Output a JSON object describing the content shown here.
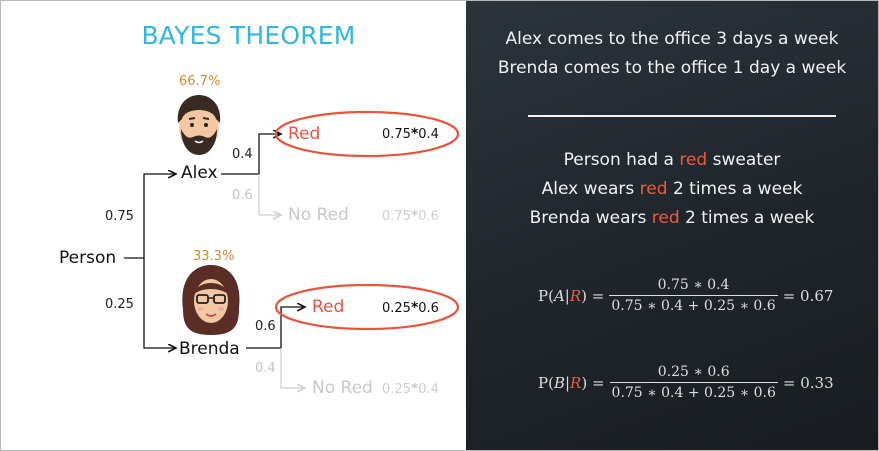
{
  "left": {
    "title": "BAYES THEOREM",
    "root_label": "Person",
    "alex": {
      "name": "Alex",
      "percent": "66.7%",
      "edge_prob": "0.75"
    },
    "brenda": {
      "name": "Brenda",
      "percent": "33.3%",
      "edge_prob": "0.25"
    },
    "alex_branches": {
      "red": {
        "label": "Red",
        "prob": "0.4",
        "product_a": "0.75",
        "product_b": "0.4"
      },
      "nored": {
        "label": "No Red",
        "prob": "0.6",
        "product_a": "0.75",
        "product_b": "0.6"
      }
    },
    "brenda_branches": {
      "red": {
        "label": "Red",
        "prob": "0.6",
        "product_a": "0.25",
        "product_b": "0.6"
      },
      "nored": {
        "label": "No Red",
        "prob": "0.4",
        "product_a": "0.25",
        "product_b": "0.4"
      }
    },
    "star": "*"
  },
  "right": {
    "lines_top": [
      "Alex comes to the office 3 days a week",
      "Brenda comes to the office 1 day a week"
    ],
    "line1": {
      "pre": "Person had a ",
      "hl": "red",
      "post": " sweater"
    },
    "line2": {
      "pre": "Alex wears ",
      "hl": "red",
      "post": " 2 times a week"
    },
    "line3": {
      "pre": "Brenda wears ",
      "hl": "red",
      "post": " 2 times a week"
    },
    "formula_a": {
      "lhs_p": "P(",
      "lhs_var": "A",
      "lhs_bar": "|",
      "lhs_cond": "R",
      "lhs_close": ") =",
      "numerator": "0.75 ∗ 0.4",
      "denominator": "0.75 ∗ 0.4 + 0.25 ∗ 0.6",
      "result": "= 0.67"
    },
    "formula_b": {
      "lhs_p": "P(",
      "lhs_var": "B",
      "lhs_bar": "|",
      "lhs_cond": "R",
      "lhs_close": ") =",
      "numerator": "0.25 ∗ 0.6",
      "denominator": "0.75 ∗ 0.4 + 0.25 ∗ 0.6",
      "result": "= 0.33"
    }
  },
  "colors": {
    "title": "#2fb6e3",
    "percent": "#d3882a",
    "highlight": "#e8553e",
    "faint": "#c8c8c8"
  },
  "icons": [
    "alex-avatar-icon",
    "brenda-avatar-icon"
  ]
}
